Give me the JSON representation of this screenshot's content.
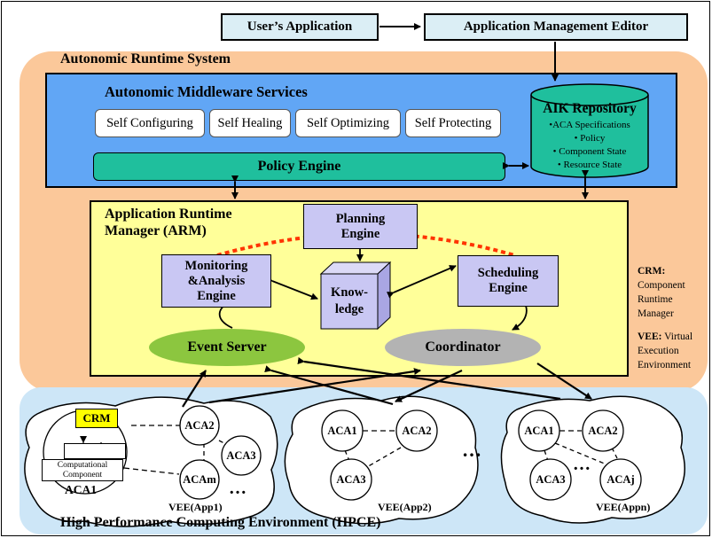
{
  "top": {
    "users_app": "User’s Application",
    "ame": "Application Management Editor"
  },
  "ars": {
    "title": "Autonomic Runtime System"
  },
  "ams": {
    "title": "Autonomic Middleware Services",
    "services": [
      "Self Configuring",
      "Self Healing",
      "Self Optimizing",
      "Self Protecting"
    ],
    "policy_engine": "Policy Engine"
  },
  "aik": {
    "title": "AIK Repository",
    "items": [
      "•ACA Specifications",
      "• Policy",
      "• Component State",
      "• Resource State"
    ]
  },
  "arm": {
    "title_line1": "Application Runtime",
    "title_line2": "Manager (ARM)",
    "planning": [
      "Planning",
      "Engine"
    ],
    "monitoring": [
      "Monitoring",
      "&Analysis",
      "Engine"
    ],
    "knowledge": [
      "Know-",
      "ledge"
    ],
    "scheduling": [
      "Scheduling",
      "Engine"
    ],
    "event_server": "Event Server",
    "coordinator": "Coordinator"
  },
  "legend": {
    "crm_key": "CRM:",
    "crm_lines": [
      "Component",
      "Runtime",
      "Manager"
    ],
    "vee_key": "VEE:",
    "vee_lines": [
      " Virtual",
      "Execution",
      "Environment"
    ]
  },
  "hpce": {
    "title": "High Performance Computing Environment (HPCE)",
    "crm": "CRM",
    "computational": [
      "Computational",
      "Component"
    ],
    "aca1": "ACA1",
    "cloud1": {
      "nodes": [
        "ACA2",
        "ACA3",
        "ACAm"
      ],
      "label": "VEE(App1)",
      "dots": "…"
    },
    "cloud2": {
      "nodes": [
        "ACA1",
        "ACA2",
        "ACA3"
      ],
      "label": "VEE(App2)"
    },
    "cloud3": {
      "nodes": [
        "ACA1",
        "ACA2",
        "ACA3",
        "ACAj"
      ],
      "label": "VEE(Appn)",
      "dots": "…"
    },
    "between_dots": "…"
  },
  "colors": {
    "ars_bg": "#fbc89a",
    "ams_bg": "#61a6f5",
    "policy_bg": "#1fbf9d",
    "repo_bg": "#1fbf9d",
    "arm_bg": "#ffff99",
    "engine_bg": "#c9c7f3",
    "event_bg": "#8cc63f",
    "coord_bg": "#b3b3b3",
    "hpce_bg": "#cde6f7",
    "crm_bg": "#ffff00",
    "cycle_arrow": "#ff3300"
  }
}
